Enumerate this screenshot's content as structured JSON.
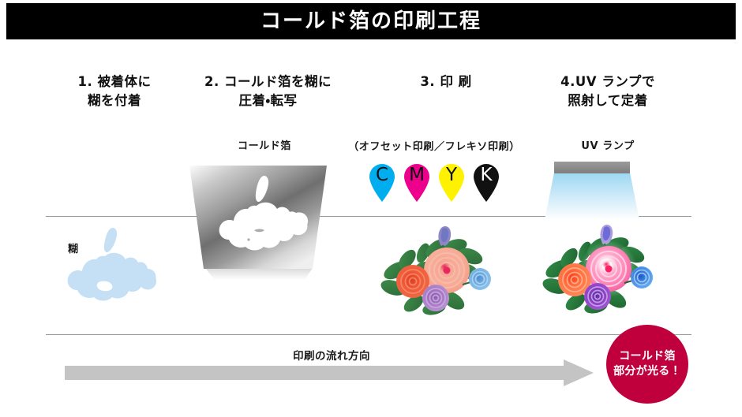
{
  "title": {
    "text": "コールド箔の印刷工程",
    "background": "#000000",
    "color": "#ffffff"
  },
  "steps": [
    {
      "heading": "1. 被着体に\n糊を付着"
    },
    {
      "heading": "2. コールド箔を糊に\n圧着・転写"
    },
    {
      "heading": "3. 印 刷"
    },
    {
      "heading": "4.UV ランプで\n照射して定着"
    }
  ],
  "labels": {
    "foil": "コールド箔",
    "print_method": "（オフセット印刷／フレキソ印刷）",
    "uv_lamp": "UV ランプ",
    "glue": "糊",
    "flow_direction": "印刷の流れ方向"
  },
  "cmyk": [
    {
      "letter": "C",
      "color": "#00AEEF",
      "letter_color": "#111111"
    },
    {
      "letter": "M",
      "color": "#EC008C",
      "letter_color": "#111111"
    },
    {
      "letter": "Y",
      "color": "#FFF200",
      "letter_color": "#111111"
    },
    {
      "letter": "K",
      "color": "#111111",
      "letter_color": "#ffffff"
    }
  ],
  "badge": {
    "line1": "コールド箔",
    "line2": "部分が光る！",
    "color": "#C0003C",
    "text_color": "#ffffff"
  },
  "colors": {
    "glue_blob": "#C5DFF5",
    "foil_light": "#FFFFFF",
    "foil_dark": "#6E6E6E",
    "uv_beam": "#BBE3F7",
    "uv_housing": "#8A8A8A",
    "arrow": "#C4C4C4",
    "guide_line": "#9A9A9A",
    "background": "#FFFFFF"
  }
}
